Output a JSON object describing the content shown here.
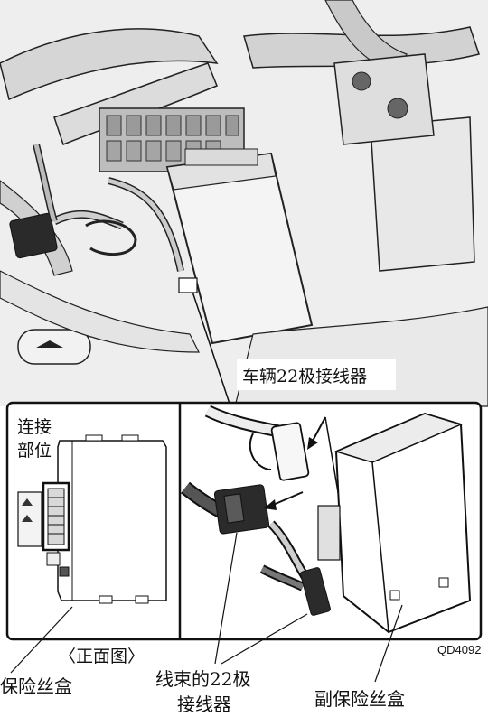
{
  "labels": {
    "vehicle_connector": "车辆22极接线器",
    "connection_part_line1": "连接",
    "connection_part_line2": "部位",
    "front_view": "〈正面图〉",
    "fuse_box": "保险丝盒",
    "harness_connector_line1": "线束的22极",
    "harness_connector_line2": "接线器",
    "sub_fuse_box": "副保险丝盒",
    "figure_code": "QD4092"
  },
  "colors": {
    "line": "#111111",
    "light_gray": "#e6e6e6",
    "mid_gray": "#bdbdbd",
    "dark": "#2a2a2a"
  }
}
